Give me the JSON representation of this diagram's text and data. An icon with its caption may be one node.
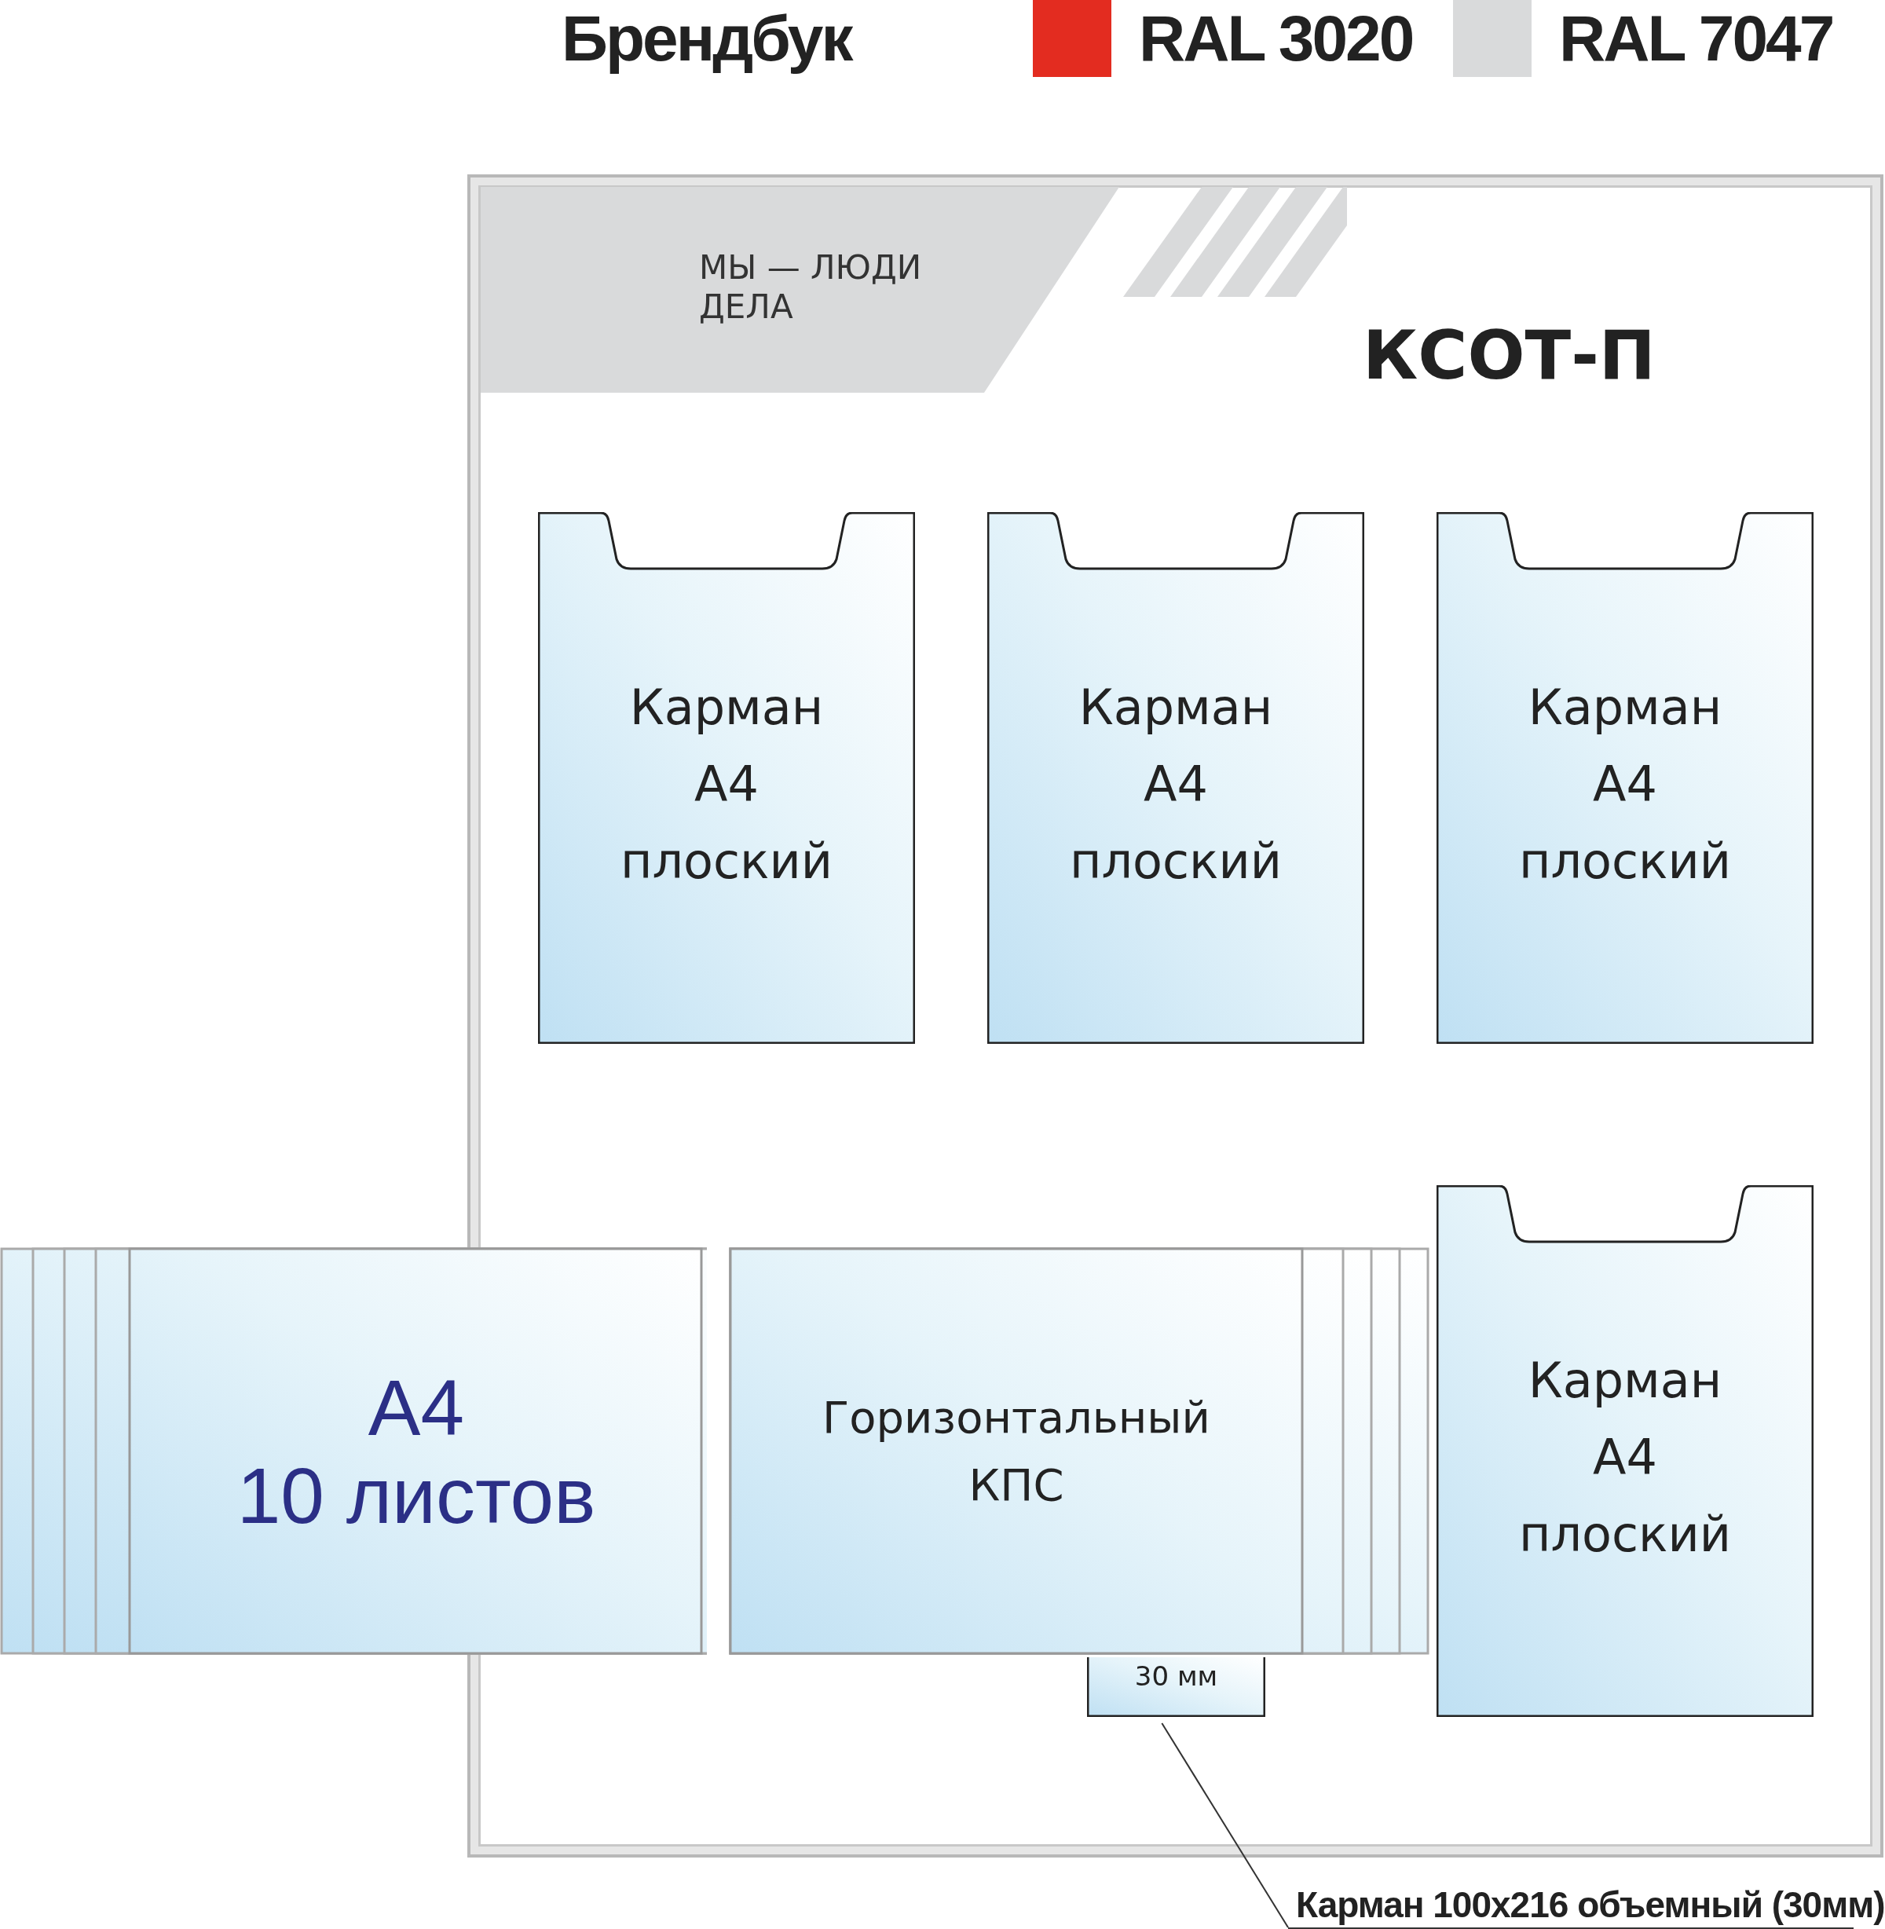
{
  "diagram": {
    "nodes": [
      {
        "text": [
          "КСОТ-П"
        ]
      },
      {
        "text": [
          "МЫ — ЛЮДИ ДЕЛА"
        ],
        "in": 0
      },
      {
        "text": [
          "Карман А4 плоский"
        ],
        "in": 0
      },
      {
        "text": [
          "Карман А4 плоский"
        ],
        "in": 0
      },
      {
        "text": [
          "Карман А4 плоский"
        ],
        "in": 0
      },
      {
        "text": [
          "30 мм"
        ],
        "in": 0
      },
      {
        "text": [
          "А4",
          "10 листов"
        ]
      },
      {
        "text": [
          "Горизонтальный КПС"
        ],
        "in": 0
      },
      {
        "text": [
          "Карман А4 плоский"
        ],
        "in": 0
      },
      {
        "text": [
          "Карман 100х216 объемный (30мм)"
        ]
      }
    ],
    "edges": [
      {
        "from": 9,
        "to": 5,
        "arrow": "none"
      }
    ],
    "labels": [
      "Брендбук"
    ],
    "legend": [
      {
        "text": "RAL 3020",
        "color": "#e32c20"
      },
      {
        "text": "RAL 7047",
        "color": "#d9dadb"
      }
    ]
  }
}
